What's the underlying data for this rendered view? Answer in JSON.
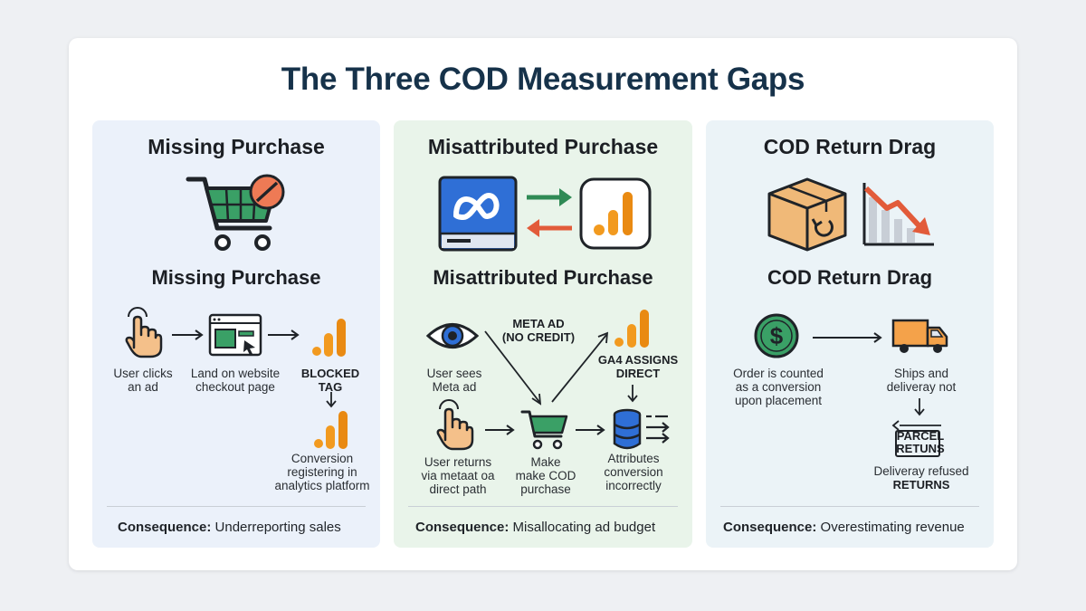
{
  "title": "The Three COD Measurement Gaps",
  "panels": [
    {
      "header": "Missing Purchase",
      "subheader": "Missing Purchase",
      "steps": {
        "user_clicks": "User clicks\nan ad",
        "land": "Land on website\ncheckout page",
        "blocked": "BLOCKED\nTAG",
        "conversion": "Conversion\nregistering in\nanalytics platform"
      },
      "consequence_label": "Consequence:",
      "consequence_text": " Underreporting sales",
      "colors": {
        "background": "#ebf1fa"
      }
    },
    {
      "header": "Misattributed Purchase",
      "subheader": "Misattributed Purchase",
      "steps": {
        "meta_ad": "META AD\n(NO CREDIT)",
        "ga4": "GA4 ASSIGNS\nDIRECT",
        "user_sees": "User sees\nMeta ad",
        "user_returns": "User returns\nvia metaat oa\ndirect path",
        "make": "Make\nmake COD\npurchase",
        "attributes": "Attributes\nconversion\nincorrectly"
      },
      "consequence_label": "Consequence:",
      "consequence_text": " Misallocating ad budget",
      "colors": {
        "background": "#e9f4ea",
        "meta_blue": "#2f6fd6"
      }
    },
    {
      "header": "COD Return Drag",
      "subheader": "COD Return Drag",
      "steps": {
        "order": "Order is counted\nas a conversion\nupon placement",
        "ships": "Ships and\ndeliveray not",
        "parcel": "PARCEL\nRETUNS",
        "refused": "Deliveray refused",
        "returns": "RETURNS"
      },
      "consequence_label": "Consequence:",
      "consequence_text": " Overestimating revenue",
      "colors": {
        "background": "#ebf3f7",
        "box": "#f0b978",
        "truck": "#f4a24a"
      }
    }
  ],
  "colors": {
    "green": "#2f8a55",
    "orange": "#f29a1f",
    "red": "#e25b3a",
    "title": "#16324a"
  },
  "icons": [
    "shopping-cart-icon",
    "no-entry-icon",
    "pointer-hand-icon",
    "browser-checkout-icon",
    "ga4-bars-icon",
    "meta-logo-icon",
    "swap-arrows-icon",
    "eye-icon",
    "database-icon",
    "package-return-icon",
    "declining-chart-icon",
    "dollar-coin-icon",
    "delivery-truck-icon"
  ]
}
